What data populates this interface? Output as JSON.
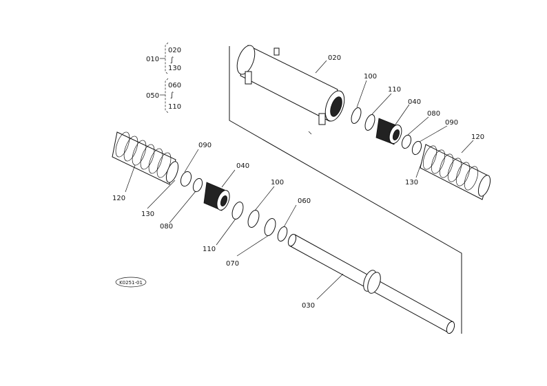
{
  "legend": {
    "group1": {
      "number": "010",
      "from": "020",
      "to": "130"
    },
    "group2": {
      "number": "050",
      "from": "060",
      "to": "110"
    },
    "range_symbol": "∫"
  },
  "callouts": {
    "c020": "020",
    "c100_upper": "100",
    "c110_upper": "110",
    "c040_upper": "040",
    "c080_upper": "080",
    "c090_upper": "090",
    "c120_upper": "120",
    "c130_upper": "130",
    "c090_lower": "090",
    "c040_lower": "040",
    "c100_lower": "100",
    "c060": "060",
    "c120_lower": "120",
    "c130_lower": "130",
    "c080_lower": "080",
    "c110_lower": "110",
    "c070": "070",
    "c030": "030"
  },
  "drawing_id": "K0251-01"
}
